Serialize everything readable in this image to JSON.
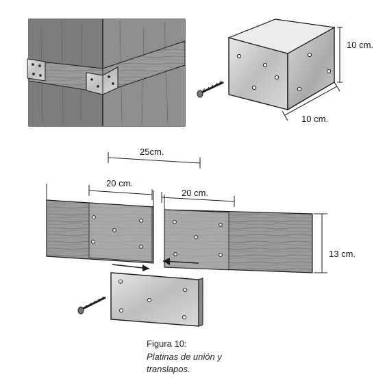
{
  "figure": {
    "title": "Figura 10:",
    "caption_line1": "Platinas de unión y",
    "caption_line2": "translapos."
  },
  "dimensions": {
    "corner_height": "10 cm.",
    "corner_width": "10 cm.",
    "overlap_span": "25cm.",
    "left_plate_len": "20 cm.",
    "right_plate_len": "20 cm.",
    "board_height": "13 cm."
  },
  "colors": {
    "ink": "#1a1a1a",
    "wood": "#9a9a9a",
    "wood_dark": "#6f6f6f",
    "metal": "#c8c8c8",
    "post": "#7d7d7d",
    "paper": "#ffffff"
  }
}
